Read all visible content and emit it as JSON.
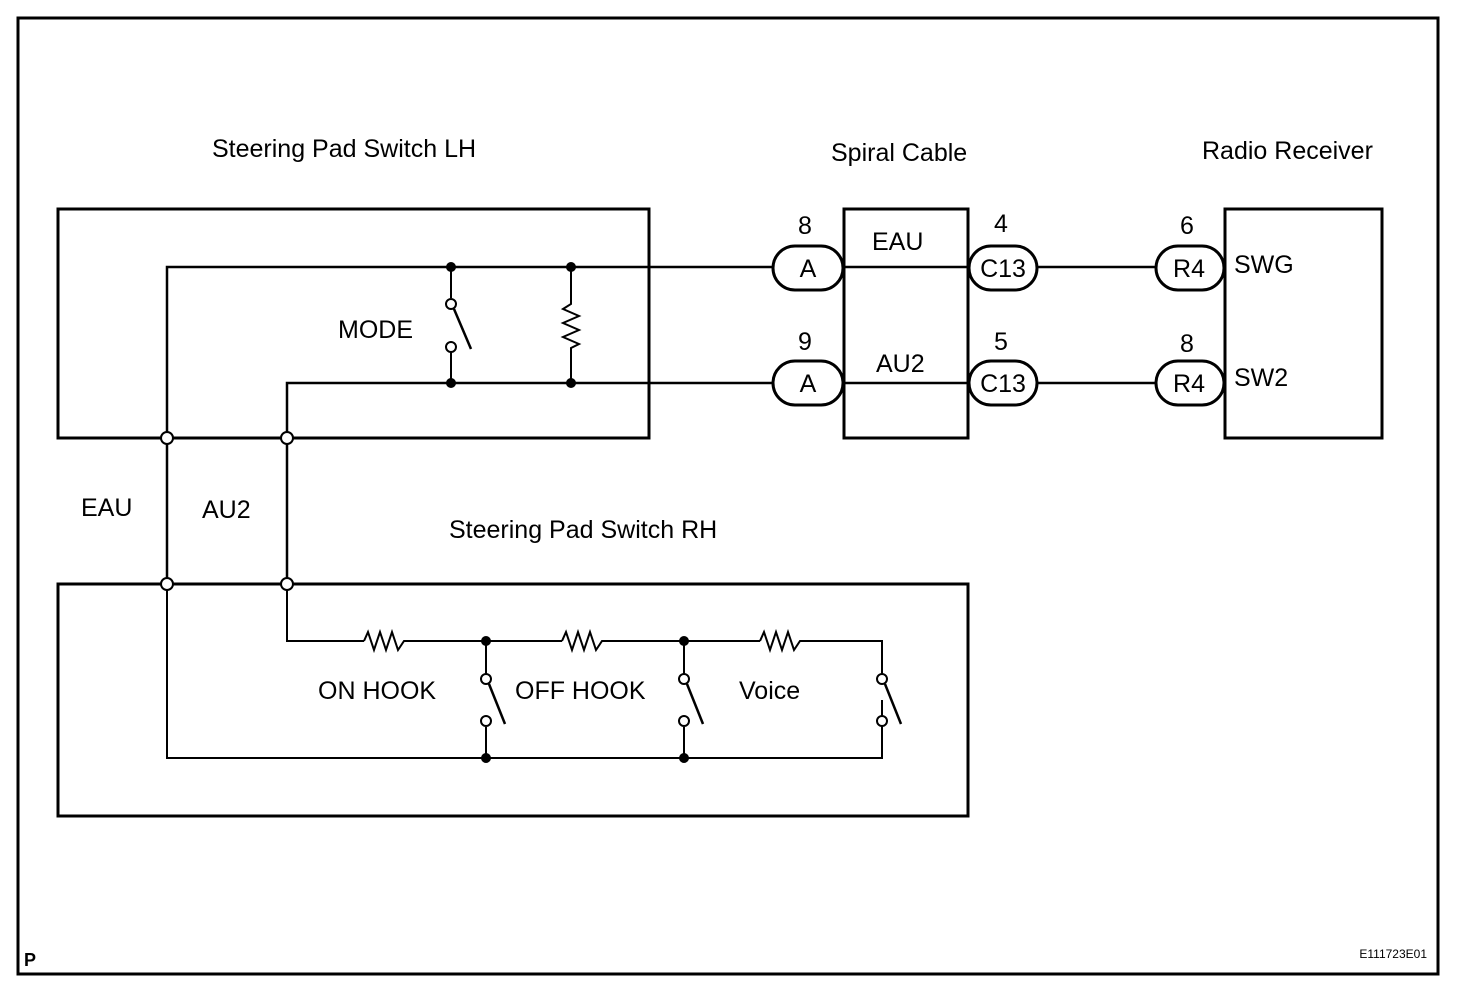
{
  "diagram": {
    "components": {
      "lh_switch": "Steering Pad Switch LH",
      "rh_switch": "Steering Pad Switch RH",
      "spiral_cable": "Spiral Cable",
      "radio_receiver": "Radio Receiver"
    },
    "lh_internal": {
      "mode_label": "MODE"
    },
    "rh_internal": {
      "switches": [
        "ON HOOK",
        "OFF HOOK",
        "Voice"
      ]
    },
    "harness_labels": {
      "eau": "EAU",
      "au2": "AU2"
    },
    "spiral_labels": {
      "eau": "EAU",
      "au2": "AU2"
    },
    "connectors": [
      {
        "pin": "8",
        "code": "A"
      },
      {
        "pin": "9",
        "code": "A"
      },
      {
        "pin": "4",
        "code": "C13"
      },
      {
        "pin": "5",
        "code": "C13"
      },
      {
        "pin": "6",
        "code": "R4"
      },
      {
        "pin": "8",
        "code": "R4"
      }
    ],
    "receiver_terminals": {
      "top": "SWG",
      "bottom": "SW2"
    },
    "corner_mark": "P",
    "figure_id": "E111723E01"
  }
}
